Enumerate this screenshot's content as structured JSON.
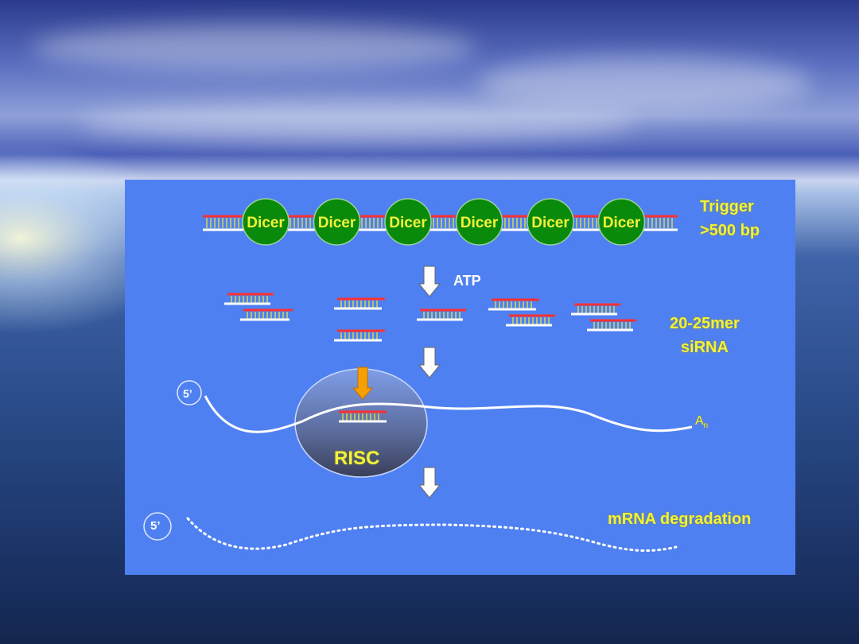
{
  "enzyme_label": "Dicer",
  "dicer_count": 6,
  "trigger": {
    "line1": "Trigger",
    "line2": ">500 bp"
  },
  "atp_label": "ATP",
  "sirna": {
    "line1": "20-25mer",
    "line2": "siRNA"
  },
  "five_prime": "5’",
  "poly_a": "A",
  "poly_a_sub": "n",
  "risc_label": "RISC",
  "degradation_label": "mRNA degradation",
  "colors": {
    "panel": "#4f80f2",
    "text": "#f2f23a",
    "dicer": "#0a8a0a",
    "arrow": "#f5a000",
    "strand_top": "#ff3030"
  }
}
